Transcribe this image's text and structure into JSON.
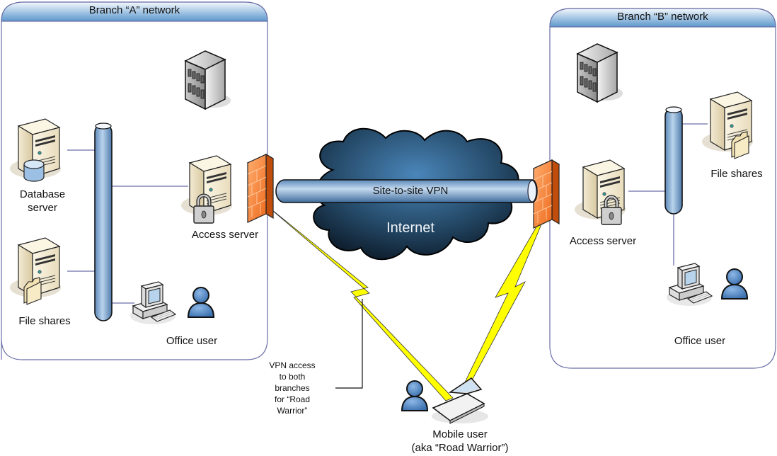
{
  "branch_a": {
    "title": "Branch “A” network",
    "database_server": "Database\nserver",
    "database_server_l1": "Database",
    "database_server_l2": "server",
    "file_shares": "File shares",
    "access_server": "Access server",
    "office_user": "Office user"
  },
  "branch_b": {
    "title": "Branch “B” network",
    "file_shares": "File shares",
    "access_server": "Access server",
    "office_user": "Office user"
  },
  "internet": {
    "label": "Internet",
    "vpn_tunnel": "Site-to-site VPN"
  },
  "mobile": {
    "label_l1": "Mobile user",
    "label_l2": "(aka “Road Warrior”)"
  },
  "callout": {
    "lines": [
      "VPN access",
      "to both",
      "branches",
      "for “Road",
      "Warrior”"
    ]
  },
  "colors": {
    "panel_border": "#6b6fa8",
    "header_top": "#f2f7fc",
    "header_bottom": "#5b97cc",
    "pipe": "#7fa9d3",
    "firewall": "#f07a2e",
    "cloud": "#1e3c58",
    "lightning": "#ffff00",
    "user": "#4f86c6"
  }
}
